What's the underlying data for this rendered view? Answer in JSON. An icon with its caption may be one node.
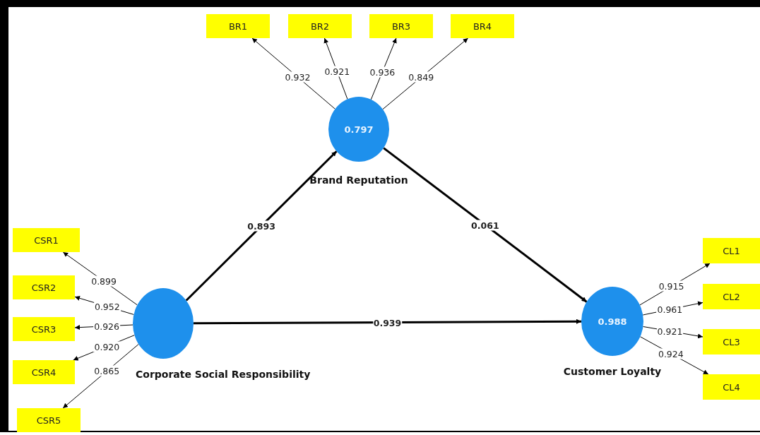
{
  "diagram": {
    "nodes": [
      {
        "text": [
          "BR1"
        ]
      },
      {
        "text": [
          "BR2"
        ]
      },
      {
        "text": [
          "BR3"
        ]
      },
      {
        "text": [
          "BR4"
        ]
      },
      {
        "text": [
          "0.797",
          "Brand Reputation"
        ]
      },
      {
        "text": [
          "CSR1"
        ]
      },
      {
        "text": [
          "CSR2"
        ]
      },
      {
        "text": [
          "CSR3"
        ]
      },
      {
        "text": [
          "CSR4"
        ]
      },
      {
        "text": [
          "CSR5"
        ]
      },
      {
        "text": [
          "Corporate Social Responsibility"
        ]
      },
      {
        "text": [
          "0.988",
          "Customer Loyalty"
        ]
      },
      {
        "text": [
          "CL1"
        ]
      },
      {
        "text": [
          "CL2"
        ]
      },
      {
        "text": [
          "CL3"
        ]
      },
      {
        "text": [
          "CL4"
        ]
      }
    ],
    "edges": [
      {
        "from": 4,
        "to": 0,
        "arrow": "to",
        "label": "0.932"
      },
      {
        "from": 4,
        "to": 1,
        "arrow": "to",
        "label": "0.921"
      },
      {
        "from": 4,
        "to": 2,
        "arrow": "to",
        "label": "0.936"
      },
      {
        "from": 4,
        "to": 3,
        "arrow": "to",
        "label": "0.849"
      },
      {
        "from": 10,
        "to": 4,
        "arrow": "to",
        "label": "0.893",
        "style": "thick"
      },
      {
        "from": 4,
        "to": 11,
        "arrow": "to",
        "label": "0.061",
        "style": "thick"
      },
      {
        "from": 10,
        "to": 11,
        "arrow": "to",
        "label": "0.939",
        "style": "thick"
      },
      {
        "from": 10,
        "to": 5,
        "arrow": "to",
        "label": "0.899"
      },
      {
        "from": 10,
        "to": 6,
        "arrow": "to",
        "label": "0.952"
      },
      {
        "from": 10,
        "to": 7,
        "arrow": "to",
        "label": "0.926"
      },
      {
        "from": 10,
        "to": 8,
        "arrow": "to",
        "label": "0.920"
      },
      {
        "from": 10,
        "to": 9,
        "arrow": "to",
        "label": "0.865"
      },
      {
        "from": 11,
        "to": 12,
        "arrow": "to",
        "label": "0.915"
      },
      {
        "from": 11,
        "to": 13,
        "arrow": "to",
        "label": "0.961"
      },
      {
        "from": 11,
        "to": 14,
        "arrow": "to",
        "label": "0.921"
      },
      {
        "from": 11,
        "to": 15,
        "arrow": "to",
        "label": "0.924"
      }
    ]
  }
}
